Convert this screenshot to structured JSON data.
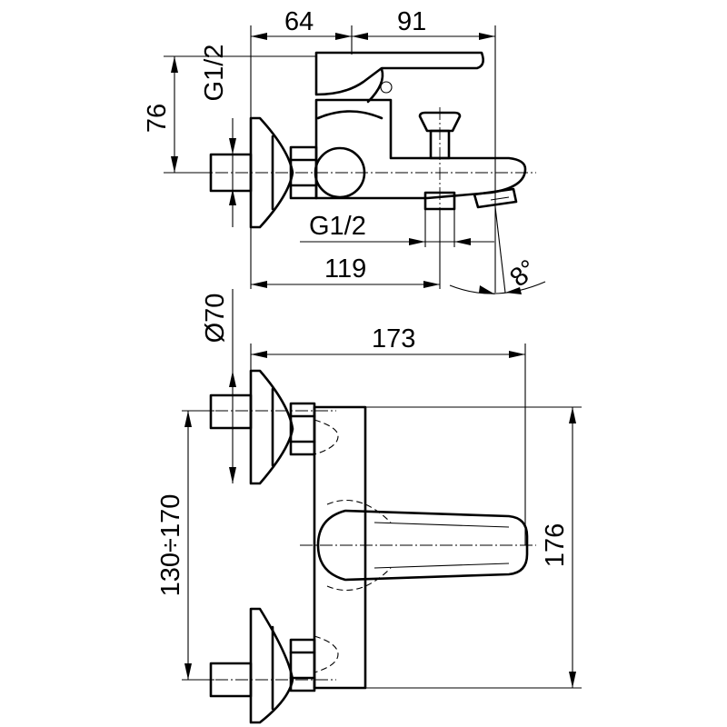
{
  "drawing": {
    "side_view": {
      "dim_top_left": "64",
      "dim_top_right": "91",
      "dim_height": "76",
      "thread_inlet": "G1/2",
      "thread_outlet": "G1/2",
      "dim_spout_axis": "119",
      "spout_angle": "8°"
    },
    "top_view": {
      "dim_escutcheon": "Ø70",
      "dim_projection": "173",
      "dim_centers": "130÷170",
      "dim_body_length": "176"
    }
  }
}
